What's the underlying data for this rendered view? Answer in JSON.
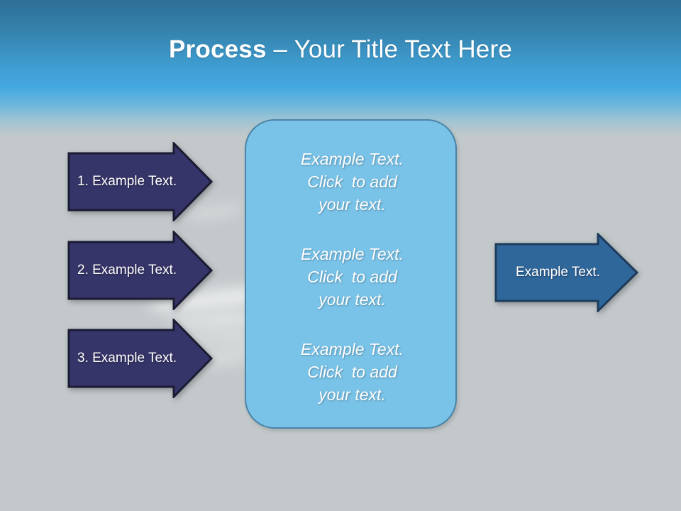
{
  "slide": {
    "title": {
      "bold_part": "Process ",
      "regular_part": "– Your Title Text Here"
    },
    "colors": {
      "sky_top": "#2e6f96",
      "sky_bright": "#45a9e1",
      "ground": "#c3c9cb",
      "panel_fill": "#79c3e8",
      "panel_border": "#4a84a8",
      "arrow_navy_fill": "#363569",
      "arrow_navy_border": "#1b1b33",
      "arrow_steel_fill": "#2f679b",
      "arrow_steel_border": "#1d3c5c",
      "text_white": "#ffffff"
    }
  },
  "input_arrows": [
    {
      "label": "1. Example Text."
    },
    {
      "label": "2. Example Text."
    },
    {
      "label": "3. Example Text."
    }
  ],
  "center_panel": {
    "blocks": [
      {
        "line1": "Example Text.",
        "line2": "Click  to add",
        "line3": "your text."
      },
      {
        "line1": "Example Text.",
        "line2": "Click  to add",
        "line3": "your text."
      },
      {
        "line1": "Example Text.",
        "line2": "Click  to add",
        "line3": "your text."
      }
    ]
  },
  "output_arrow": {
    "label": "Example Text."
  }
}
